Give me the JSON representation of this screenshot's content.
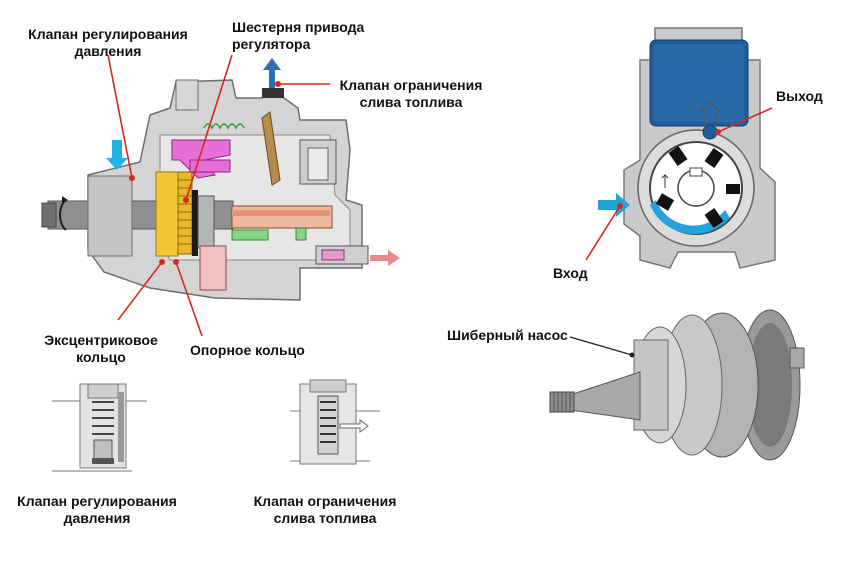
{
  "labels": {
    "pressure_valve_top": [
      "Клапан регулирования",
      "давления"
    ],
    "regulator_gear": [
      "Шестерня привода",
      "регулятора"
    ],
    "overflow_valve_top": [
      "Клапан ограничения",
      "слива топлива"
    ],
    "outlet": "Выход",
    "inlet": "Вход",
    "eccentric_ring": [
      "Эксцентриковое",
      "кольцо"
    ],
    "support_ring": "Опорное кольцо",
    "vane_pump": "Шиберный насос",
    "pressure_valve_bottom": [
      "Клапан регулирования",
      "давления"
    ],
    "overflow_valve_bottom": [
      "Клапан ограничения",
      "слива топлива"
    ]
  },
  "colors": {
    "leader": "#d42a1a",
    "inlet_arrow": "#1fb4e6",
    "fuel_blue": "#1e5d9e",
    "eccentric_yellow": "#f3c531",
    "pump_gray": "#c9c9c9",
    "magenta": "#e86fd6",
    "drain_arrow": "#e88a8a"
  }
}
